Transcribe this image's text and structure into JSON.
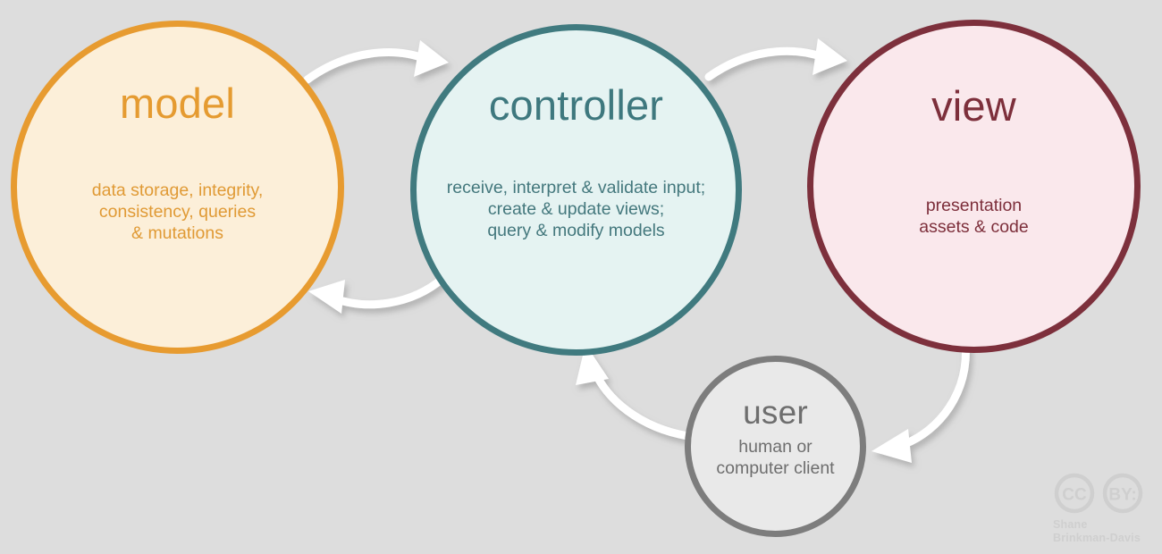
{
  "diagram": {
    "title": "MVC architecture diagram",
    "background_color": "#dddddd",
    "nodes": [
      {
        "id": "model",
        "title": "model",
        "description": "data storage, integrity,\nconsistency, queries\n& mutations",
        "description_lines": [
          "data storage, integrity,",
          "consistency, queries",
          "& mutations"
        ],
        "stroke_color": "#e79b30",
        "fill_color": "#fcefd9",
        "text_color": "#e09a35"
      },
      {
        "id": "controller",
        "title": "controller",
        "description": "receive, interpret & validate input;\ncreate & update views;\nquery & modify models",
        "description_lines": [
          "receive, interpret & validate input;",
          "create & update views;",
          "query & modify models"
        ],
        "stroke_color": "#407a7f",
        "fill_color": "#e5f3f2",
        "text_color": "#44787d"
      },
      {
        "id": "view",
        "title": "view",
        "description": "presentation\nassets & code",
        "description_lines": [
          "presentation",
          "assets & code"
        ],
        "stroke_color": "#7d303c",
        "fill_color": "#fae8ec",
        "text_color": "#7d2f3b"
      },
      {
        "id": "user",
        "title": "user",
        "description": "human or\ncomputer client",
        "description_lines": [
          "human or",
          "computer client"
        ],
        "stroke_color": "#7d7d7d",
        "fill_color": "#e9e9e9",
        "text_color": "#6e6e6e"
      }
    ],
    "arrows": [
      {
        "id": "model-to-controller",
        "from": "model",
        "to": "controller",
        "label": "",
        "color": "#ffffff"
      },
      {
        "id": "controller-to-model",
        "from": "controller",
        "to": "model",
        "label": "",
        "color": "#ffffff"
      },
      {
        "id": "controller-to-view",
        "from": "controller",
        "to": "view",
        "label": "",
        "color": "#ffffff"
      },
      {
        "id": "view-to-user",
        "from": "view",
        "to": "user",
        "label": "",
        "color": "#ffffff"
      },
      {
        "id": "user-to-controller",
        "from": "user",
        "to": "controller",
        "label": "",
        "color": "#ffffff"
      }
    ]
  },
  "license": {
    "cc_label": "CC",
    "by_label": "BY:",
    "author_line1": "Shane",
    "author_line2": "Brinkman-Davis",
    "color": "#cfcfcf"
  }
}
